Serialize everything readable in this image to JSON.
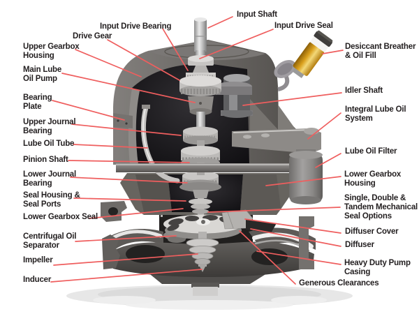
{
  "diagram": {
    "description": "Cutaway illustration of an integrally geared vertical pump with red callout leader lines",
    "colors": {
      "background": "#ffffff",
      "leader_line": "#ef5e5e",
      "label_text": "#231f20",
      "housing_gray": "#6b6865",
      "interior_dark": "#141316",
      "metal_light": "#d6d4d2",
      "breather_amber": "#d9a02a"
    }
  },
  "labels": {
    "input_shaft": "Input Shaft",
    "input_drive_bearing": "Input Drive Bearing",
    "input_drive_seal": "Input Drive Seal",
    "drive_gear": "Drive Gear",
    "upper_gearbox_housing": "Upper Gearbox\nHousing",
    "main_lube_oil_pump": "Main Lube\nOil Pump",
    "bearing_plate": "Bearing\nPlate",
    "upper_journal_bearing": "Upper Journal\nBearing",
    "lube_oil_tube": "Lube Oil Tube",
    "pinion_shaft": "Pinion Shaft",
    "lower_journal_bearing": "Lower Journal\nBearing",
    "seal_housing_seal_ports": "Seal Housing &\nSeal Ports",
    "lower_gearbox_seal": "Lower Gearbox Seal",
    "centrifugal_oil_separator": "Centrifugal Oil\nSeparator",
    "impeller": "Impeller",
    "inducer": "Inducer",
    "desiccant_breather_oil_fill": "Desiccant Breather\n& Oil Fill",
    "idler_shaft": "Idler Shaft",
    "integral_lube_oil_system": "Integral Lube Oil\nSystem",
    "lube_oil_filter": "Lube Oil Filter",
    "lower_gearbox_housing": "Lower Gearbox\nHousing",
    "mechanical_seal_options": "Single, Double &\nTandem Mechanical\nSeal Options",
    "diffuser_cover": "Diffuser Cover",
    "diffuser": "Diffuser",
    "heavy_duty_pump_casing": "Heavy Duty Pump\nCasing",
    "generous_clearances": "Generous Clearances"
  }
}
